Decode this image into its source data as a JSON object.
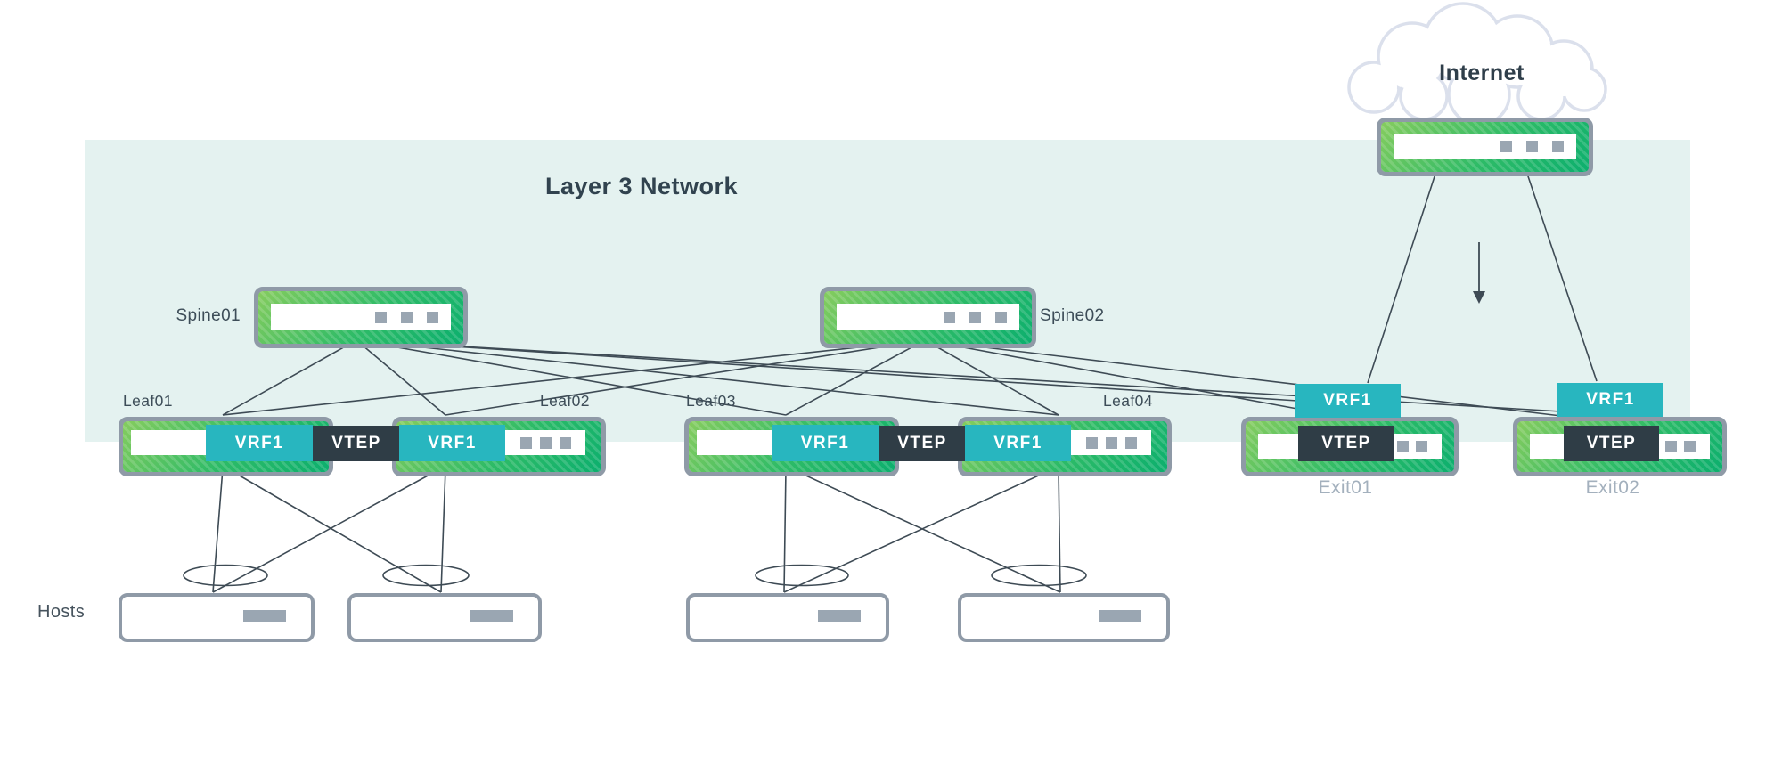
{
  "title": "Layer 3 Network",
  "internet": {
    "label": "Internet"
  },
  "spines": [
    {
      "label": "Spine01"
    },
    {
      "label": "Spine02"
    }
  ],
  "leaves": [
    {
      "label": "Leaf01"
    },
    {
      "label": "Leaf02"
    },
    {
      "label": "Leaf03"
    },
    {
      "label": "Leaf04"
    }
  ],
  "exits": [
    {
      "label": "Exit01"
    },
    {
      "label": "Exit02"
    }
  ],
  "hosts_label": "Hosts",
  "tags": {
    "vrf": "VRF1",
    "vtep": "VTEP"
  },
  "colors": {
    "band_background": "#e4f2f0",
    "switch_green_light": "#85cc5e",
    "switch_green_dark": "#0caf6e",
    "chassis_border_gray": "#8f9aa7",
    "vrf_teal": "#28b6bf",
    "vtep_dark": "#2f3d46",
    "port_dot_gray": "#9aa6b2",
    "link_line": "#3e4b55",
    "cloud_outline": "#dbe0ec",
    "label_dark": "#3d4d58",
    "exit_label_gray": "#a3b0bd",
    "title_dark": "#31434f"
  }
}
